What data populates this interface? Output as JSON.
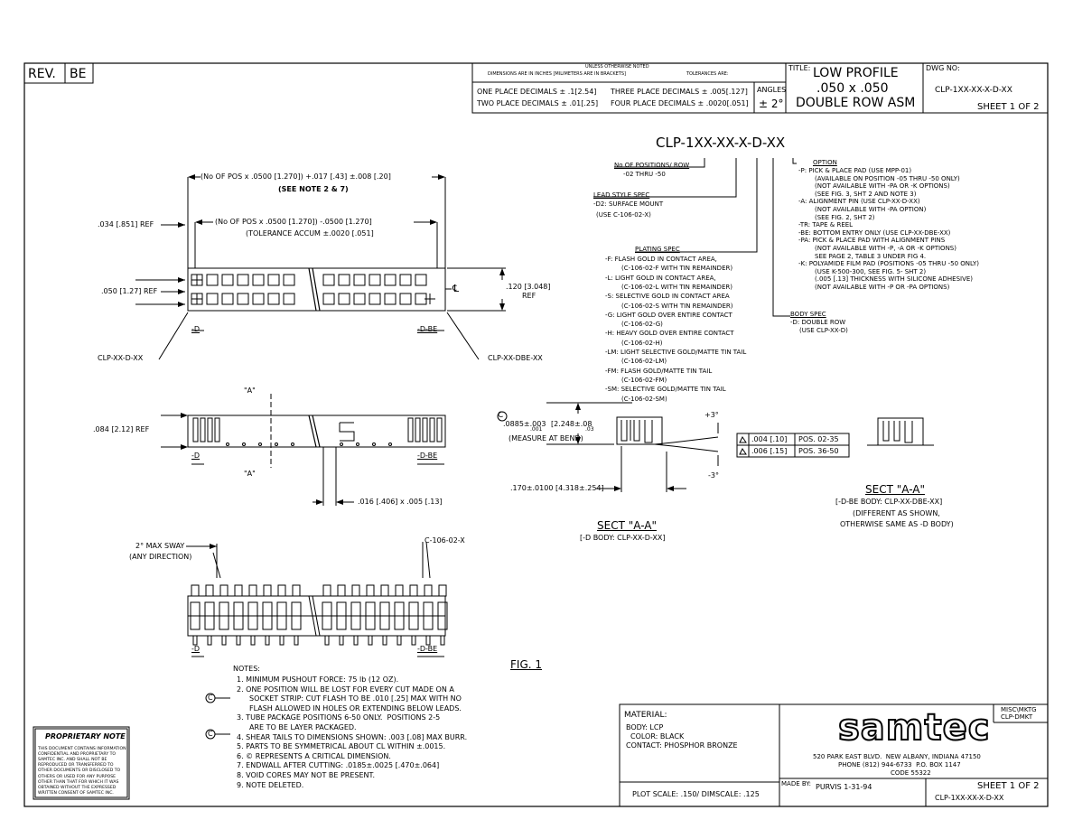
{
  "title_block": {
    "rev_label": "REV.",
    "rev_value": "BE",
    "tolerance_header_1": "UNLESS OTHERWISE NOTED",
    "tolerance_header_2": "DIMENSIONS ARE IN INCHES [MILIMETERS ARE IN BRACKETS]",
    "tolerance_header_3": "TOLERANCES ARE:",
    "one_place": "ONE PLACE DECIMALS ± .1[2.54]",
    "two_place": "TWO PLACE DECIMALS ± .01[.25]",
    "three_place": "THREE PLACE DECIMALS ± .005[.127]",
    "four_place": "FOUR PLACE DECIMALS ± .0020[.051]",
    "angles_label": "ANGLES",
    "angles_value": "± 2°",
    "title_label": "TITLE:",
    "title_line1": "LOW PROFILE",
    "title_line2": ".050 x .050",
    "title_line3": "DOUBLE ROW ASM",
    "dwg_label": "DWG NO:",
    "dwg_no": "CLP-1XX-XX-X-D-XX",
    "sheet": "SHEET 1 OF 2"
  },
  "part_number": "CLP-1XX-XX-X-D-XX",
  "spec": {
    "positions_title": "No OF POSITIONS/ ROW",
    "positions_value": "-02 THRU -50",
    "lead_title": "LEAD STYLE SPEC",
    "lead_lines": [
      "-D2: SURFACE MOUNT",
      "(USE C-106-02-X)"
    ],
    "plating_title": "PLATING SPEC",
    "plating_lines": [
      "-F: FLASH GOLD IN CONTACT AREA,",
      "(C-106-02-F WITH TIN REMAINDER)",
      "-L: LIGHT GOLD IN CONTACT AREA,",
      "(C-106-02-L WITH TIN REMAINDER)",
      "-S: SELECTIVE GOLD IN CONTACT AREA",
      "(C-106-02-S WITH TIN REMAINDER)",
      "-G: LIGHT GOLD OVER ENTIRE CONTACT",
      "(C-106-02-G)",
      "-H: HEAVY GOLD OVER ENTIRE CONTACT",
      "(C-106-02-H)",
      "-LM: LIGHT SELECTIVE GOLD/MATTE TIN TAIL",
      "(C-106-02-LM)",
      "-FM: FLASH GOLD/MATTE TIN TAIL",
      "(C-106-02-FM)",
      "-SM: SELECTIVE GOLD/MATTE TIN TAIL",
      "(C-106-02-SM)"
    ],
    "body_title": "BODY SPEC",
    "body_lines": [
      "-D: DOUBLE ROW",
      "(USE CLP-XX-D)"
    ],
    "option_title": "OPTION",
    "option_lines": [
      "-P: PICK & PLACE PAD (USE MPP-01)",
      "(AVAILABLE ON POSITION -05 THRU -50 ONLY)",
      "(NOT AVAILABLE WITH -PA OR -K OPTIONS)",
      "(SEE FIG. 3, SHT 2 AND NOTE 3)",
      "-A: ALIGNMENT PIN (USE CLP-XX-D-XX)",
      "(NOT AVAILABLE WITH -PA OPTION)",
      "(SEE FIG. 2, SHT 2)",
      "-TR: TAPE & REEL",
      "-BE: BOTTOM ENTRY ONLY (USE CLP-XX-DBE-XX)",
      "-PA: PICK & PLACE PAD WITH ALIGNMENT PINS",
      "(NOT AVAILABLE WITH -P, -A OR -K OPTIONS)",
      "SEE PAGE 2, TABLE 3 UNDER FIG 4.",
      "-K: POLYAMIDE FILM PAD (POSITIONS -05 THRU -50 ONLY)",
      "(USE K-500-300, SEE FIG. 5- SHT 2)",
      "(.005 [.13] THICKNESS WITH SILICONE ADHESIVE)",
      "(NOT AVAILABLE WITH -P OR -PA OPTIONS)"
    ]
  },
  "dims": {
    "overall_1": "(No OF POS x .0500 [1.270]) +.017 [.43] ±.008 [.20]",
    "overall_2": "(SEE NOTE 2 & 7)",
    "pitch_1": "(No OF POS x .0500 [1.270]) -.0500 [1.270]",
    "pitch_2": "(TOLERANCE ACCUM ±.0020 [.051]",
    "ref_034": ".034 [.851] REF",
    "ref_050": ".050 [1.27] REF",
    "ref_120a": ".120 [3.048]",
    "ref_120b": "REF",
    "ref_084": ".084 [2.12] REF",
    "label_d": "-D",
    "label_dbe": "-D-BE",
    "clp_d": "CLP-XX-D-XX",
    "clp_dbe": "CLP-XX-DBE-XX",
    "section_a": "\"A\"",
    "tail_dim": ".016 [.406] x .005 [.13]",
    "bend_1": ".0885±.003",
    "bend_1b": ".001",
    "bend_2": "[2.248±.08",
    "bend_2b": ".03",
    "bend_3": "(MEASURE AT BEND)",
    "plus3": "+3°",
    "minus3": "-3°",
    "dim_170": ".170±.0100 [4.318±.254]",
    "tol1_val": ".004 [.10]",
    "tol1_pos": "POS. 02-35",
    "tol2_val": ".006 [.15]",
    "tol2_pos": "POS. 36-50",
    "sect_aa_1": "SECT \"A-A\"",
    "sect_aa_1_sub": "[-D BODY: CLP-XX-D-XX]",
    "sect_aa_2": "SECT \"A-A\"",
    "sect_aa_2_sub1": "[-D-BE BODY: CLP-XX-DBE-XX]",
    "sect_aa_2_sub2": "(DIFFERENT AS SHOWN,",
    "sect_aa_2_sub3": "OTHERWISE SAME AS -D BODY)",
    "sway_1": "2° MAX SWAY",
    "sway_2": "(ANY DIRECTION)",
    "c106": "C-106-02-X",
    "fig": "FIG. 1"
  },
  "notes": {
    "title": "NOTES:",
    "lines": [
      "1. MINIMUM PUSHOUT FORCE: 75 lb (12 OZ).",
      "2. ONE POSITION WILL BE LOST FOR EVERY CUT MADE ON A",
      "SOCKET STRIP: CUT FLASH TO BE .010 [.25] MAX WITH NO",
      "FLASH ALLOWED IN HOLES OR EXTENDING BELOW LEADS.",
      "3. TUBE PACKAGE POSITIONS 6-50 ONLY.  POSITIONS 2-5",
      "ARE TO BE LAYER PACKAGED.",
      "4. SHEAR TAILS TO DIMENSIONS SHOWN: .003 [.08] MAX BURR.",
      "5. PARTS TO BE SYMMETRICAL ABOUT CL WITHIN ±.0015.",
      "6. © REPRESENTS A CRITICAL DIMENSION.",
      "7. ENDWALL AFTER CUTTING: .0185±.0025 [.470±.064]",
      "8. VOID CORES MAY NOT BE PRESENT.",
      "9. NOTE DELETED."
    ]
  },
  "proprietary": {
    "title": "PROPRIETARY NOTE",
    "lines": [
      "THIS DOCUMENT CONTAINS INFORMATION",
      "CONFIDENTIAL AND PROPRIETARY TO",
      "SAMTEC INC. AND SHALL NOT BE",
      "REPRODUCED OR TRANSFERRED TO",
      "OTHER DOCUMENTS OR DISCLOSED TO",
      "OTHERS OR USED FOR ANY PURPOSE",
      "OTHER THAN THAT FOR WHICH IT WAS",
      "OBTAINED WITHOUT THE EXPRESSED",
      "WRITTEN CONSENT OF SAMTEC INC."
    ]
  },
  "material": {
    "title": "MATERIAL:",
    "lines": [
      "BODY: LCP",
      "COLOR: BLACK",
      "CONTACT: PHOSPHOR BRONZE"
    ],
    "plot": "PLOT SCALE: .150/ DIMSCALE: .125"
  },
  "company": {
    "logo": "samtec",
    "misc_1": "MISC\\MKTG",
    "misc_2": "CLP-DMKT",
    "addr_1": "520 PARK EAST BLVD.  NEW ALBANY, INDIANA 47150",
    "addr_2": "PHONE (812) 944-6733  P.O. BOX 1147",
    "addr_3": "CODE 55322",
    "made_by_label": "MADE BY:",
    "made_by": "PURVIS 1-31-94",
    "sheet": "SHEET 1 OF 2",
    "dwg_no": "CLP-1XX-XX-X-D-XX"
  }
}
